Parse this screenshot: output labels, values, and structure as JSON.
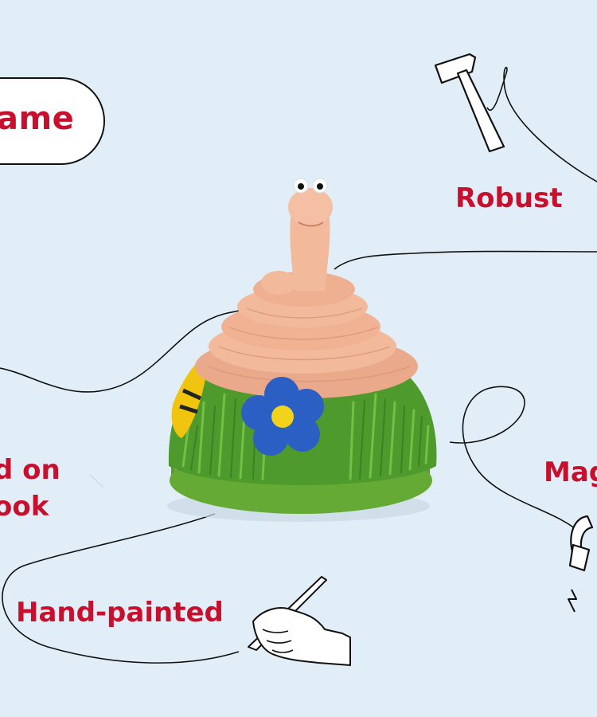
{
  "pill": {
    "label": "ame"
  },
  "features": {
    "robust": "Robust",
    "magnetic": "Mag",
    "hand_painted": "Hand-painted",
    "based_on_line1": "d on",
    "based_on_line2": "ook"
  },
  "icons": {
    "hammer": "hammer-icon",
    "magnet": "magnet-icon",
    "hand_brush": "hand-with-paintbrush-icon"
  },
  "colors": {
    "background": "#e2eef7",
    "accent_red": "#c8102e",
    "line": "#111111",
    "grass": "#5aa83a",
    "worm": "#f2b99a",
    "flower": "#2c5fc4"
  }
}
